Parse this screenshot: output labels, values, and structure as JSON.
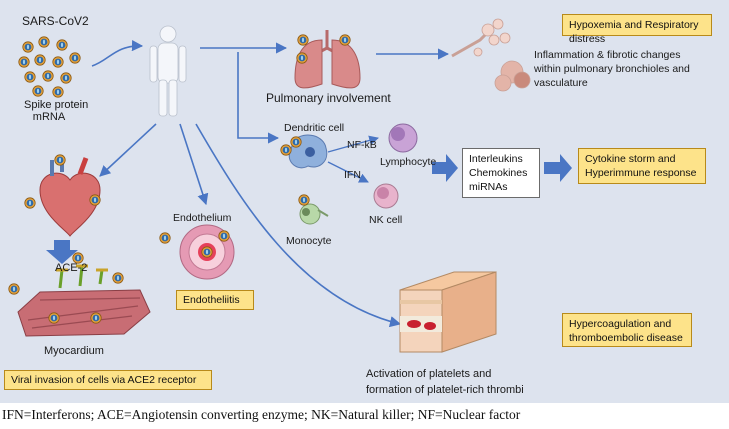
{
  "virus": {
    "name": "SARS-CoV2",
    "label_line1": "Spike protein",
    "label_line2": "mRNA"
  },
  "lungs": {
    "label": "Pulmonary involvement"
  },
  "respiratory": {
    "box": "Hypoxemia and Respiratory distress",
    "desc_line1": "Inflammation & fibrotic changes",
    "desc_line2": "within pulmonary bronchioles and",
    "desc_line3": "vasculature"
  },
  "immune": {
    "dendritic": "Dendritic cell",
    "nfkb": "NF-kB",
    "ifn": "IFN",
    "lymphocyte": "Lymphocyte",
    "nk": "NK cell",
    "monocyte": "Monocyte",
    "mediators": [
      "Interleukins",
      "Chemokines",
      "miRNAs"
    ],
    "storm_line1": "Cytokine storm and",
    "storm_line2": "Hyperimmune response"
  },
  "heart": {
    "ace2": "ACE-2",
    "myocardium": "Myocardium",
    "invasion": "Viral invasion of cells via ACE2 receptor"
  },
  "endothelium": {
    "label": "Endothelium",
    "box": "Endotheliitis"
  },
  "coagulation": {
    "box_line1": "Hypercoagulation and",
    "box_line2": "thromboembolic disease",
    "desc_line1": "Activation of platelets and",
    "desc_line2": "formation of platelet-rich thrombi"
  },
  "footnote": "IFN=Interferons; ACE=Angiotensin converting enzyme; NK=Natural killer; NF=Nuclear factor",
  "colors": {
    "arrow": "#4a76c4",
    "yellow_box": "#fde38a",
    "panel": "#dde3ee"
  }
}
